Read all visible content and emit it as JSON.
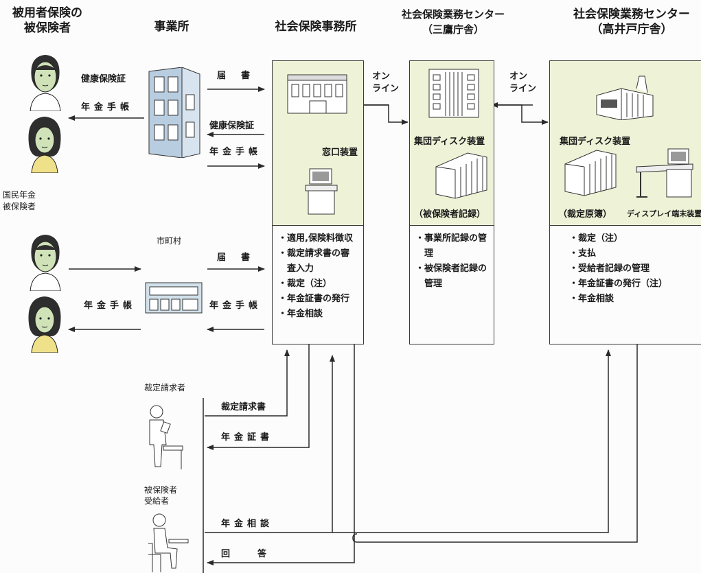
{
  "headers": {
    "employee_insured": "被用者保険の\n被保険者",
    "office": "事業所",
    "sso": "社会保険事務所",
    "mitaka": "社会保険業務センター\n（三鷹庁舎）",
    "takaido": "社会保険業務センター\n（高井戸庁舎）"
  },
  "labels": {
    "health_card": "健康保険証",
    "pension_book": "年金手帳",
    "notification": "届書",
    "kokumin": "国民年金\n被保険者",
    "municipality": "市町村",
    "online": "オン\nライン",
    "window_device": "窓口装置",
    "disk_device": "集団ディスク装置",
    "insured_records": "（被保険者記録）",
    "ruling_ledger": "（裁定原簿）",
    "display_terminal": "ディスプレイ端末装置",
    "claimant": "裁定請求者",
    "claim_form": "裁定請求書",
    "pension_cert": "年金証書",
    "insured_recipient": "被保険者\n受給者",
    "consultation": "年金相談",
    "answer": "回答"
  },
  "sso_items": [
    "・適用,保険料徴収",
    "・裁定請求書の審",
    "　査入力",
    "・裁定（注）",
    "・年金証書の発行",
    "・年金相談"
  ],
  "mitaka_items": [
    "・事業所記録の管",
    "　理",
    "・被保険者記録の",
    "　管理"
  ],
  "takaido_items": [
    "・裁定（注）",
    "・支払",
    "・受給者記録の管理",
    "・年金証書の発行（注）",
    "・年金相談"
  ]
}
